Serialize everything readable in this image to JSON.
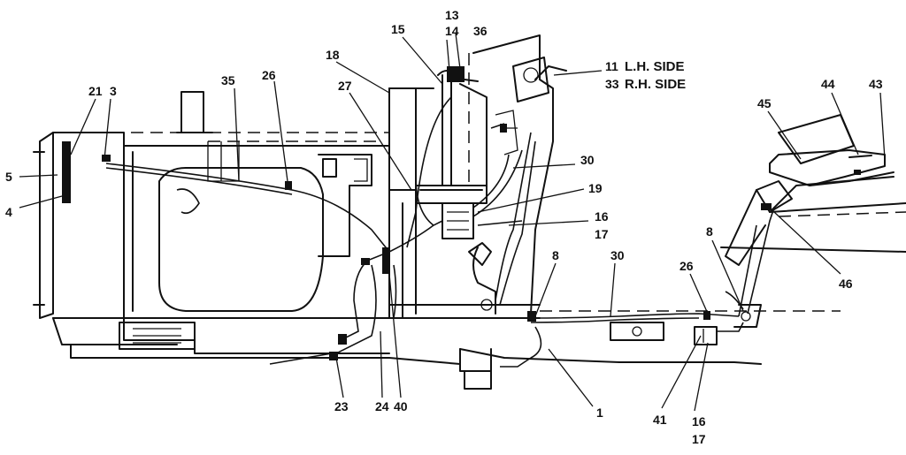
{
  "labels": {
    "l1": "1",
    "l3": "3",
    "l4": "4",
    "l5": "5",
    "l8a": "8",
    "l8b": "8",
    "l11": "11",
    "l11_side": "L.H. SIDE",
    "l13": "13",
    "l14": "14",
    "l15": "15",
    "l16a": "16",
    "l17a": "17",
    "l16b": "16",
    "l17b": "17",
    "l18": "18",
    "l19": "19",
    "l21": "21",
    "l23": "23",
    "l24": "24",
    "l26a": "26",
    "l26b": "26",
    "l27": "27",
    "l30a": "30",
    "l30b": "30",
    "l33": "33",
    "l33_side": "R.H. SIDE",
    "l35": "35",
    "l36": "36",
    "l40": "40",
    "l41": "41",
    "l43": "43",
    "l44": "44",
    "l45": "45",
    "l46": "46"
  }
}
